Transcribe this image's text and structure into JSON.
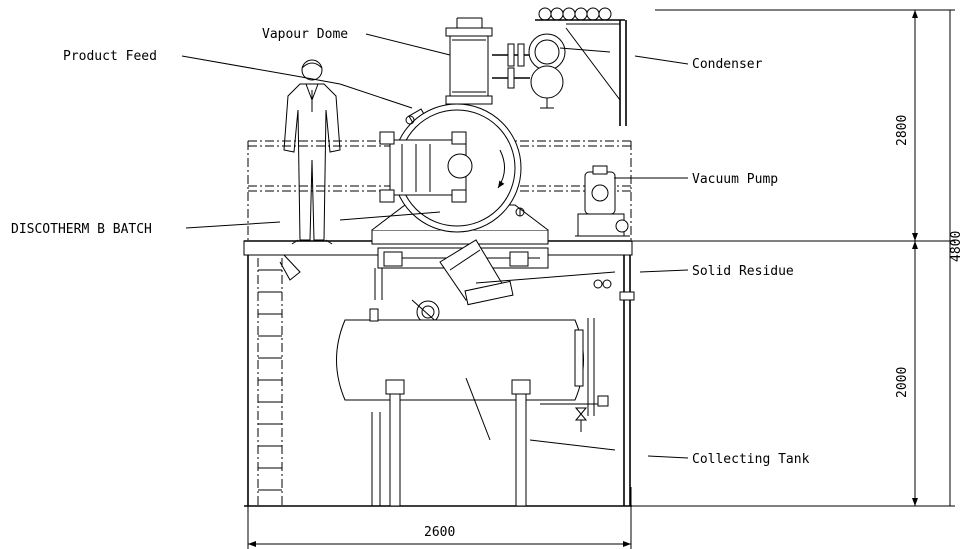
{
  "labels": {
    "vapour_dome": "Vapour Dome",
    "product_feed": "Product Feed",
    "condenser": "Condenser",
    "vacuum_pump": "Vacuum Pump",
    "discotherm": "DISCOTHERM B BATCH",
    "solid_residue": "Solid Residue",
    "collecting_tank": "Collecting Tank"
  },
  "dimensions": {
    "upper_height": "2800",
    "total_height": "4800",
    "lower_height": "2000",
    "width": "2600"
  }
}
